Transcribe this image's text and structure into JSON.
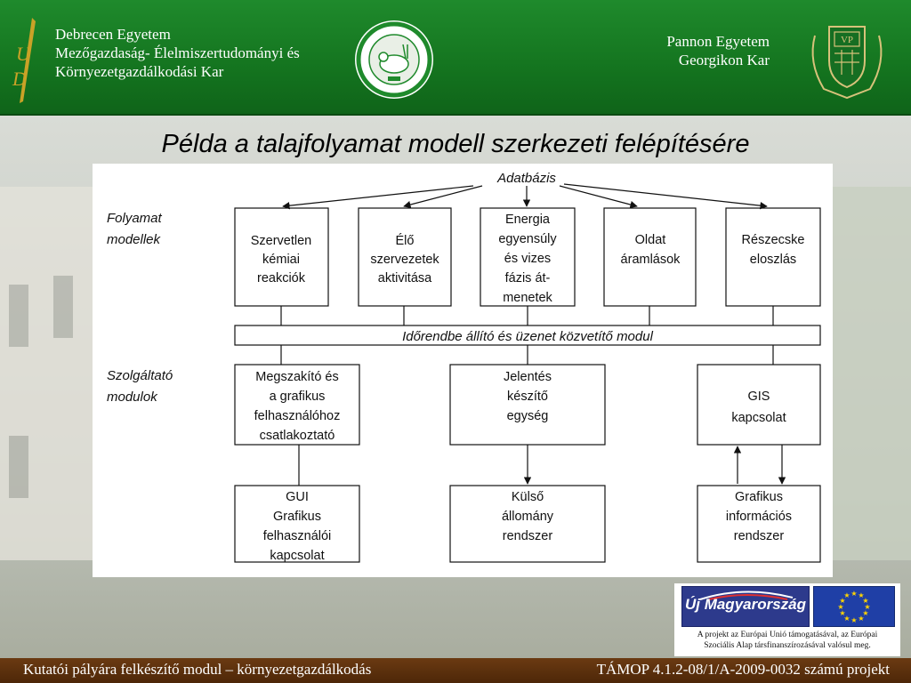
{
  "header": {
    "left_lines": [
      "Debrecen Egyetem",
      "Mezőgazdaság- Élelmiszertudományi és",
      "Környezetgazdálkodási Kar"
    ],
    "right_lines": [
      "Pannon Egyetem",
      "Georgikon Kar"
    ],
    "left_logo_letters": "UD",
    "right_crest_letters": "VP",
    "colors": {
      "green": "#14741f",
      "footer_brown": "#5a2f0c"
    }
  },
  "title": "Példa a talajfolyamat modell szerkezeti felépítésére",
  "diagram": {
    "database": "Adatbázis",
    "side_process": [
      "Folyamat",
      "modellek"
    ],
    "side_service": [
      "Szolgáltató",
      "modulok"
    ],
    "process_boxes": [
      {
        "lines": [
          "Szervetlen",
          "kémiai",
          "reakciók"
        ]
      },
      {
        "lines": [
          "Élő",
          "szervezetek",
          "aktivitása"
        ]
      },
      {
        "lines": [
          "Energia",
          "egyensúly",
          "és vizes",
          "fázis át-",
          "menetek"
        ]
      },
      {
        "lines": [
          "Oldat",
          "áramlások"
        ]
      },
      {
        "lines": [
          "Részecske",
          "eloszlás"
        ]
      }
    ],
    "bus": "Időrendbe állító és üzenet közvetítő modul",
    "service_boxes": [
      {
        "lines": [
          "Megszakító és",
          "a grafikus",
          "felhasználóhoz",
          "csatlakoztató"
        ]
      },
      {
        "lines": [
          "Jelentés",
          "készítő",
          "egység"
        ]
      },
      {
        "lines": [
          "GIS",
          "kapcsolat"
        ]
      }
    ],
    "external_boxes": [
      {
        "lines": [
          "GUI",
          "Grafikus",
          "felhasználói",
          "kapcsolat"
        ]
      },
      {
        "lines": [
          "Külső",
          "állomány",
          "rendszer"
        ]
      },
      {
        "lines": [
          "Grafikus",
          "információs",
          "rendszer"
        ]
      }
    ]
  },
  "eu": {
    "um_logo": "Új Magyarország",
    "note_lines": [
      "A projekt az Európai Unió támogatásával, az Európai",
      "Szociális Alap társfinanszírozásával valósul meg."
    ]
  },
  "footer": {
    "left": "Kutatói pályára felkészítő modul – környezetgazdálkodás",
    "right": "TÁMOP 4.1.2-08/1/A-2009-0032 számú projekt"
  }
}
